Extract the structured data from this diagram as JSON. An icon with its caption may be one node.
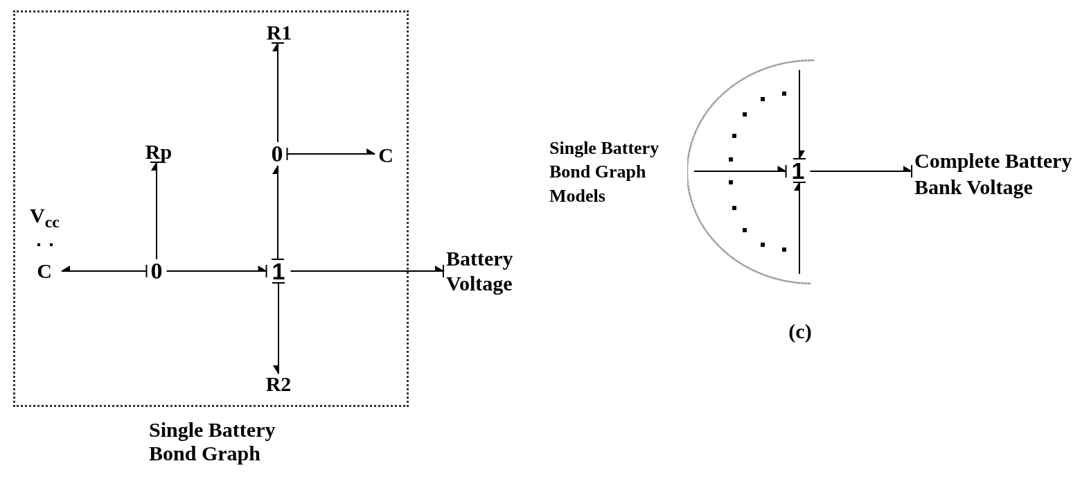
{
  "diagram": {
    "nodes": [
      {
        "text": [
          "Single Battery Bond Graph"
        ]
      },
      {
        "text": [
          "R1"
        ],
        "in": 0
      },
      {
        "text": [
          "Rp"
        ],
        "in": 0
      },
      {
        "text": [
          "0"
        ],
        "in": 0
      },
      {
        "text": [
          "C"
        ],
        "in": 0
      },
      {
        "text": [
          "C"
        ],
        "beside": [
          "V$_{cc}$"
        ],
        "in": 0
      },
      {
        "text": [
          "0"
        ],
        "in": 0
      },
      {
        "text": [
          "1"
        ],
        "in": 0
      },
      {
        "text": [
          "Battery Voltage"
        ]
      },
      {
        "text": [
          "R2"
        ],
        "in": 0
      },
      {
        "text": [],
        "shape": "semicircle",
        "beside": [
          "Single Battery Bond Graph Models"
        ]
      },
      {
        "text": [
          "1"
        ],
        "in": 10
      },
      {
        "text": [
          "Complete Battery Bank Voltage"
        ]
      }
    ],
    "edges": [
      {
        "from": 3,
        "to": 1,
        "arrow": "to"
      },
      {
        "from": 6,
        "to": 2,
        "arrow": "to"
      },
      {
        "from": 3,
        "to": 4,
        "arrow": "to"
      },
      {
        "from": 6,
        "to": 5,
        "arrow": "to"
      },
      {
        "from": 6,
        "to": 7,
        "arrow": "to"
      },
      {
        "from": 7,
        "to": 3,
        "arrow": "to"
      },
      {
        "from": 7,
        "to": 8,
        "arrow": "to"
      },
      {
        "from": 7,
        "to": 9,
        "arrow": "to"
      },
      {
        "from": 10,
        "to": 11,
        "arrow": "to"
      },
      {
        "from": 10,
        "to": 11,
        "arrow": "to"
      },
      {
        "from": 10,
        "to": 11,
        "arrow": "to"
      },
      {
        "from": 11,
        "to": 12,
        "arrow": "to"
      }
    ],
    "labels": [
      "(c)"
    ]
  }
}
